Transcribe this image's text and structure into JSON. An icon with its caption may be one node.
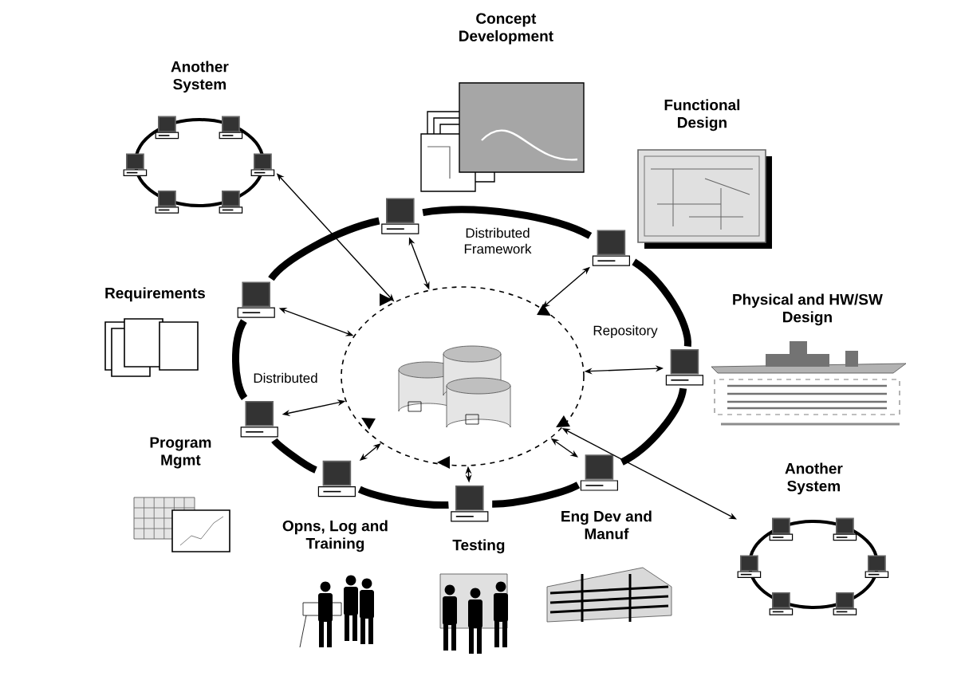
{
  "diagram": {
    "nodes": [
      {
        "text": [
          "Another System"
        ]
      },
      {
        "text": [
          "Concept Development"
        ]
      },
      {
        "text": [
          "Functional Design"
        ]
      },
      {
        "text": [],
        "shape": "computer"
      },
      {
        "text": [],
        "shape": "computer"
      },
      {
        "text": [
          "Requirements"
        ]
      },
      {
        "text": [],
        "shape": "cylinder"
      },
      {
        "text": [],
        "shape": "computer"
      },
      {
        "text": [],
        "shape": "computer"
      },
      {
        "text": [
          "Physical and HW/SW Design"
        ]
      },
      {
        "text": [],
        "shape": "computer"
      },
      {
        "text": [
          "Program Mgmt"
        ]
      },
      {
        "text": [],
        "shape": "computer"
      },
      {
        "text": [],
        "shape": "computer"
      },
      {
        "text": [],
        "shape": "computer"
      },
      {
        "text": [
          "Opns, Log and Training"
        ]
      },
      {
        "text": [
          "Testing"
        ]
      },
      {
        "text": [
          "Eng Dev and Manuf"
        ]
      },
      {
        "text": [
          "Another System"
        ]
      }
    ],
    "edges": [
      {
        "from": 0,
        "to": 6,
        "arrow": "both"
      },
      {
        "from": 3,
        "to": 6,
        "arrow": "both"
      },
      {
        "from": 4,
        "to": 6,
        "arrow": "both"
      },
      {
        "from": 7,
        "to": 6,
        "arrow": "both"
      },
      {
        "from": 8,
        "to": 6,
        "arrow": "both"
      },
      {
        "from": 10,
        "to": 6,
        "arrow": "both"
      },
      {
        "from": 12,
        "to": 6,
        "arrow": "both"
      },
      {
        "from": 13,
        "to": 6,
        "arrow": "both"
      },
      {
        "from": 14,
        "to": 6,
        "arrow": "both"
      },
      {
        "from": 6,
        "to": 18,
        "arrow": "both"
      },
      {
        "from": 8,
        "to": 4,
        "arrow": "none",
        "style": "thick"
      },
      {
        "from": 4,
        "to": 3,
        "arrow": "none",
        "style": "thick"
      },
      {
        "from": 3,
        "to": 7,
        "arrow": "none",
        "style": "thick"
      },
      {
        "from": 7,
        "to": 10,
        "arrow": "none",
        "style": "thick"
      },
      {
        "from": 10,
        "to": 12,
        "arrow": "none",
        "style": "thick"
      },
      {
        "from": 12,
        "to": 13,
        "arrow": "none",
        "style": "thick"
      },
      {
        "from": 13,
        "to": 14,
        "arrow": "none",
        "style": "thick"
      },
      {
        "from": 14,
        "to": 8,
        "arrow": "none",
        "style": "thick"
      }
    ],
    "labels": [
      "Distributed Framework",
      "Repository",
      "Distributed"
    ]
  }
}
